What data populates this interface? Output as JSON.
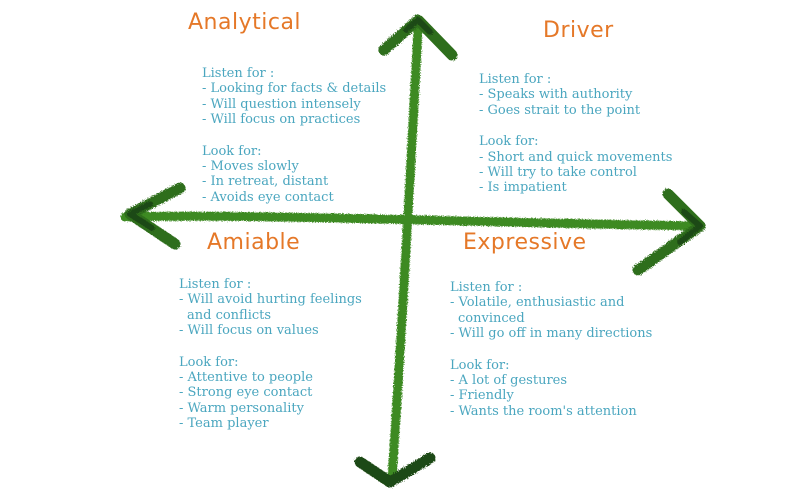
{
  "colors": {
    "title": "#e57828",
    "body": "#4aa6bf",
    "arrow": "#3d8a22",
    "arrow_dark": "#1f4a12"
  },
  "quadrants": {
    "analytical": {
      "title": "Analytical",
      "listen_heading": "Listen for :",
      "listen_items": [
        "- Looking for facts & details",
        "- Will question intensely",
        "- Will focus on practices"
      ],
      "look_heading": "Look for:",
      "look_items": [
        "- Moves slowly",
        "- In retreat, distant",
        "- Avoids eye contact"
      ]
    },
    "driver": {
      "title": "Driver",
      "listen_heading": "Listen for :",
      "listen_items": [
        "- Speaks with authority",
        "- Goes strait to the point"
      ],
      "look_heading": "Look for:",
      "look_items": [
        "- Short and quick movements",
        "- Will try to take control",
        "- Is impatient"
      ]
    },
    "amiable": {
      "title": "Amiable",
      "listen_heading": "Listen for :",
      "listen_items": [
        "- Will avoid hurting feelings",
        "and conflicts",
        "- Will focus on values"
      ],
      "look_heading": "Look for:",
      "look_items": [
        "- Attentive to people",
        "- Strong eye contact",
        "- Warm personality",
        "- Team player"
      ]
    },
    "expressive": {
      "title": "Expressive",
      "listen_heading": "Listen for :",
      "listen_items": [
        "- Volatile, enthusiastic and",
        "convinced",
        "- Will go off in many directions"
      ],
      "look_heading": "Look for:",
      "look_items": [
        "- A lot of gestures",
        "- Friendly",
        "- Wants the room's attention"
      ]
    }
  }
}
